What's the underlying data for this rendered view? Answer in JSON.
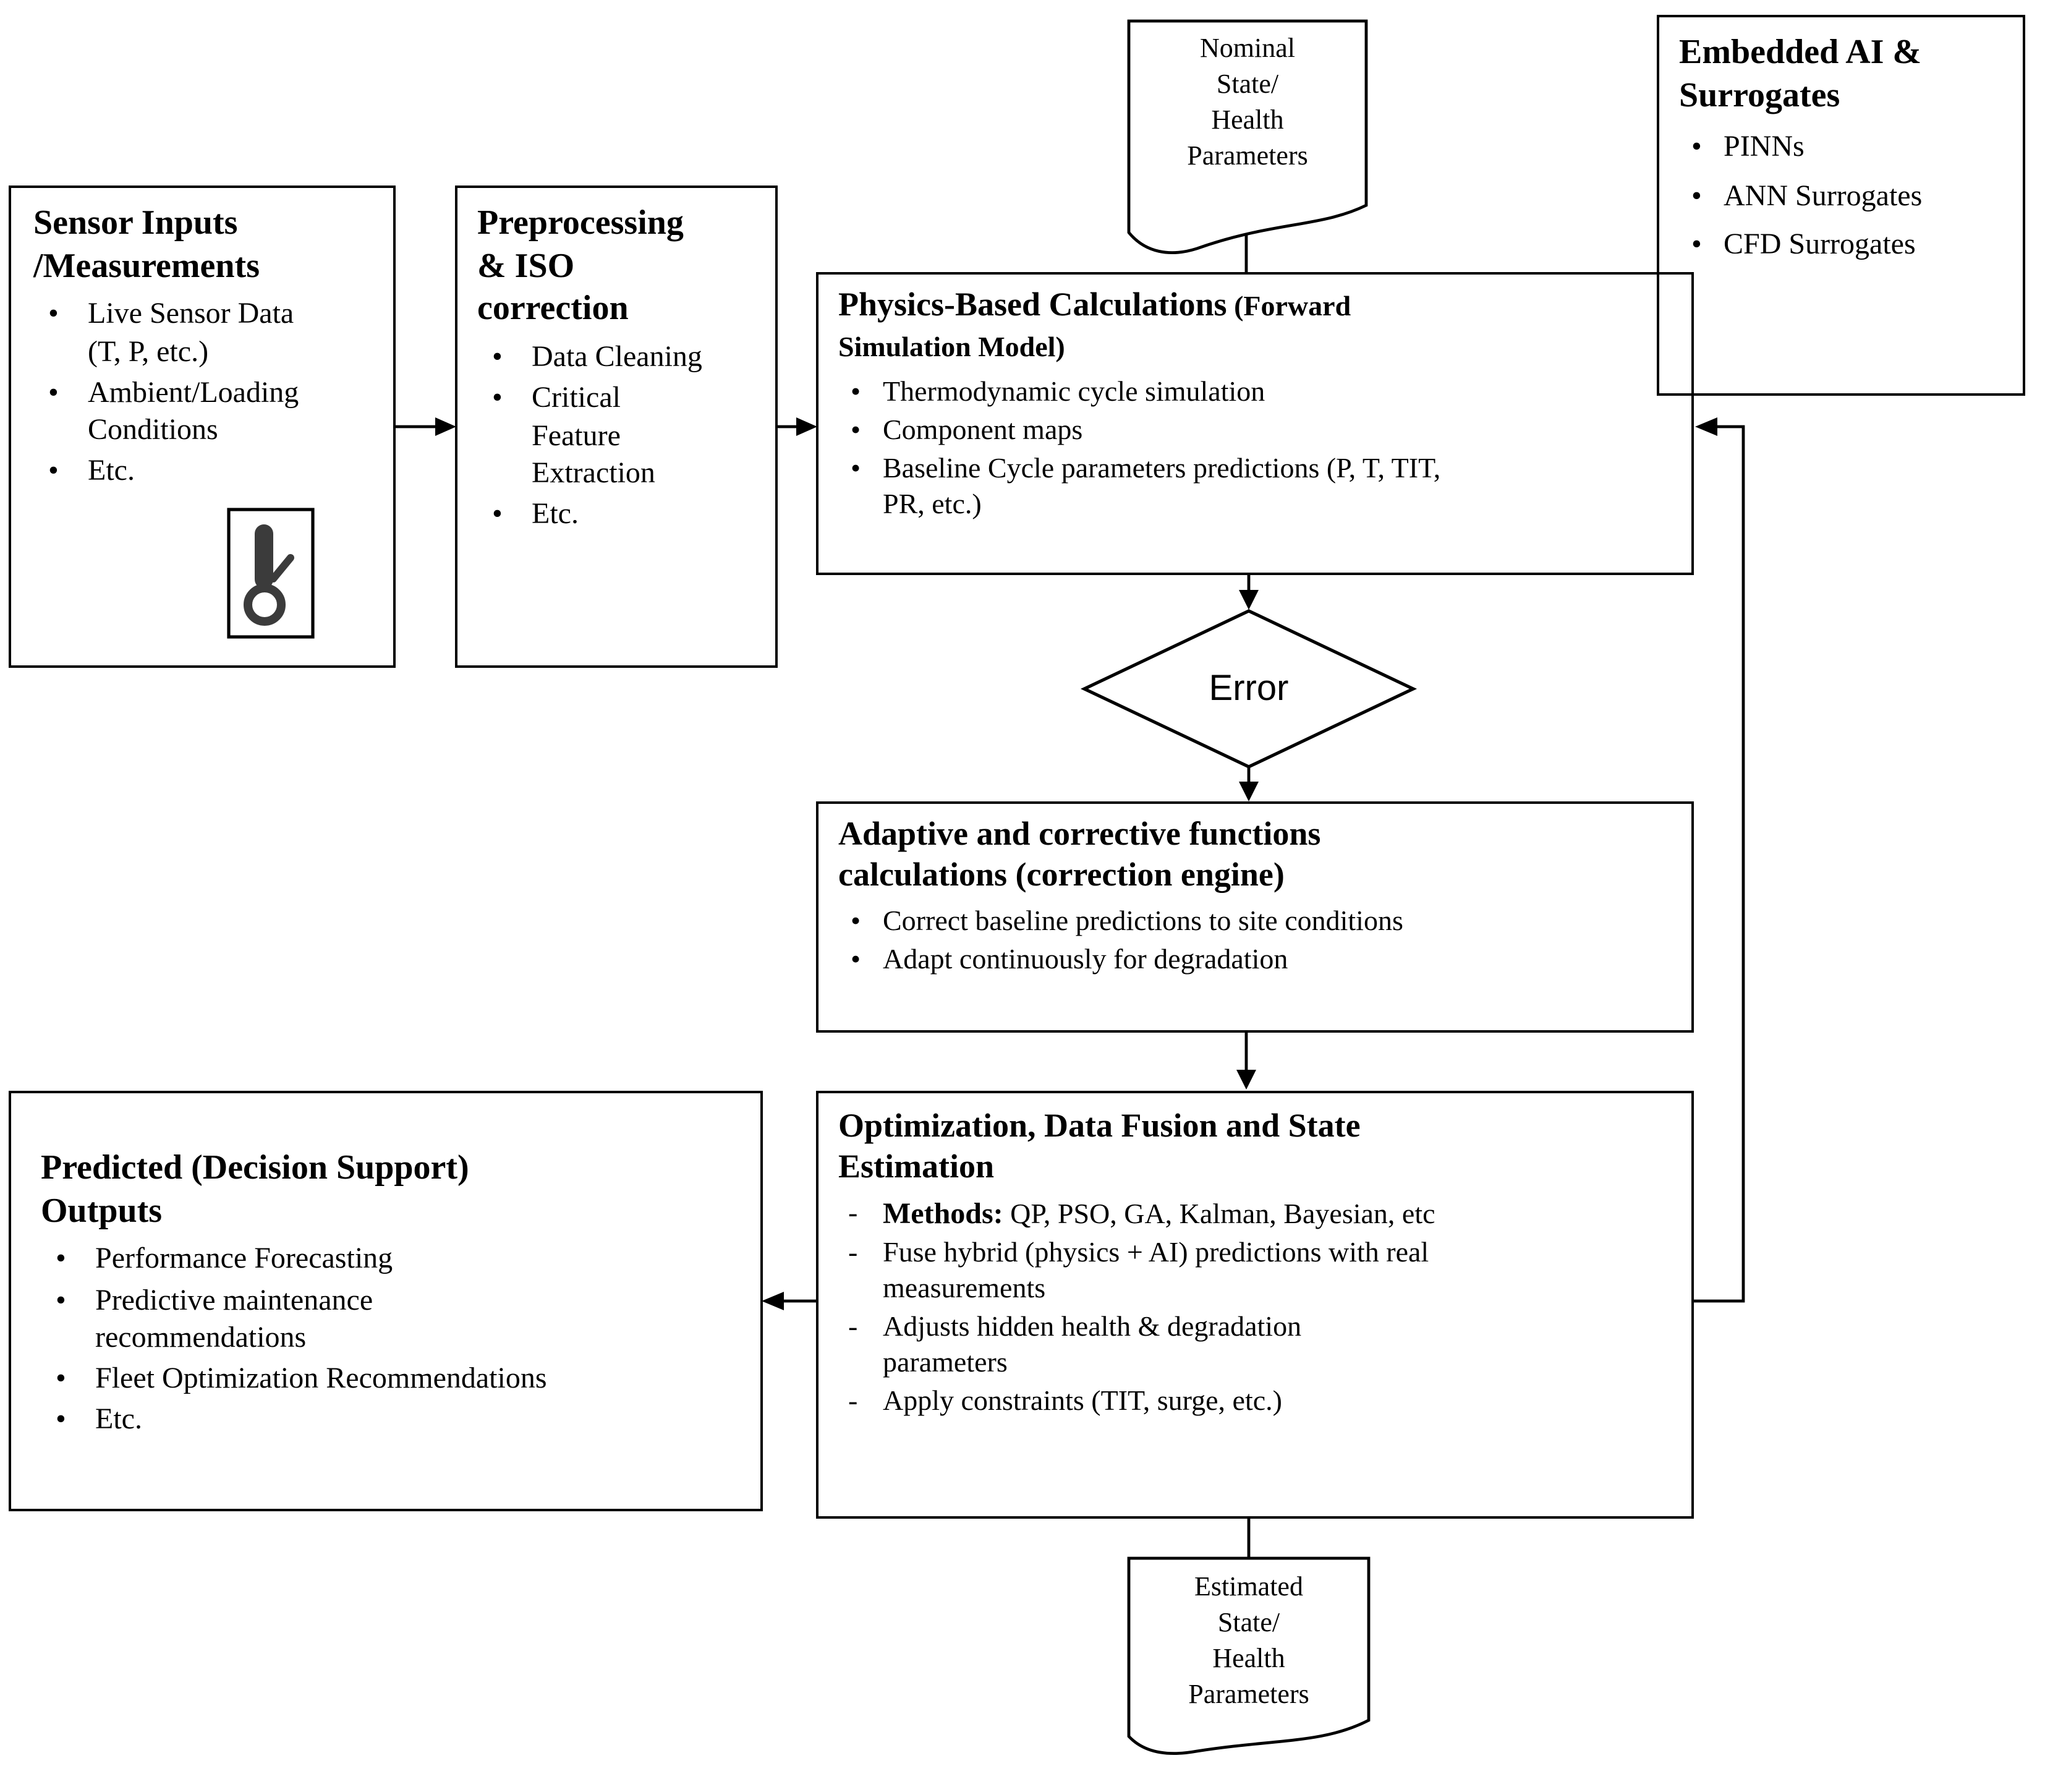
{
  "colors": {
    "line": "#000000",
    "background": "#ffffff",
    "icon_fill": "#3b3b3b"
  },
  "icons": {
    "sensor_box": "thermometer-icon"
  },
  "nodes": {
    "sensor_box": {
      "title": "Sensor Inputs\n/Measurements",
      "items": [
        "Live Sensor Data\n(T, P, etc.)",
        "Ambient/Loading\nConditions",
        "Etc."
      ]
    },
    "preprocessing_box": {
      "title": "Preprocessing\n& ISO\ncorrection",
      "items": [
        "Data Cleaning",
        "Critical\nFeature\nExtraction",
        "Etc."
      ]
    },
    "nominal_flag": {
      "label": "Nominal\nState/\nHealth\nParameters"
    },
    "embedded_ai_box": {
      "title": "Embedded AI &\nSurrogates",
      "items": [
        "PINNs",
        "ANN Surrogates",
        "CFD Surrogates"
      ]
    },
    "physics_box": {
      "title_main": "Physics-Based Calculations",
      "title_paren": " (Forward\nSimulation Model)",
      "items": [
        "Thermodynamic cycle simulation",
        "Component maps",
        "Baseline Cycle parameters predictions (P, T, TIT,\nPR, etc.)"
      ]
    },
    "error_diamond": {
      "label": "Error"
    },
    "adaptive_box": {
      "title": "Adaptive and corrective functions\ncalculations (correction engine)",
      "items": [
        "Correct baseline predictions to site conditions",
        "Adapt continuously for degradation"
      ]
    },
    "optimization_box": {
      "title": "Optimization, Data Fusion and State\nEstimation",
      "methods": {
        "label": "Methods:",
        "value": " QP, PSO, GA, Kalman, Bayesian, etc"
      },
      "items": [
        "Fuse hybrid (physics + AI) predictions with real\nmeasurements",
        "Adjusts hidden health & degradation\nparameters",
        "Apply constraints (TIT, surge, etc.)"
      ]
    },
    "predicted_box": {
      "title": "Predicted (Decision Support)\nOutputs",
      "items": [
        "Performance Forecasting",
        "Predictive maintenance\nrecommendations",
        "Fleet Optimization Recommendations",
        "Etc."
      ]
    },
    "estimated_flag": {
      "label": "Estimated\nState/\nHealth\nParameters"
    }
  }
}
